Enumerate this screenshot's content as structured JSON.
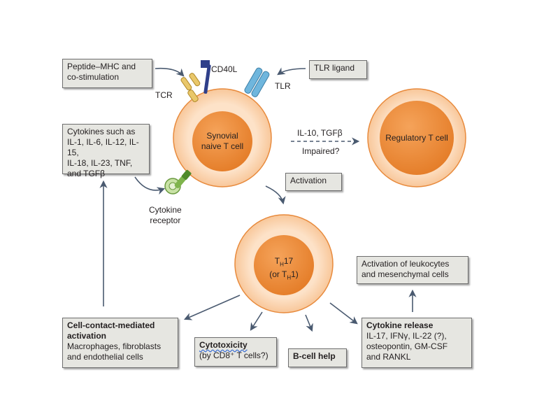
{
  "boxes": {
    "peptide_mhc": [
      "Peptide–MHC and",
      "co-stimulation"
    ],
    "tlr_ligand": "TLR ligand",
    "cytokines": [
      "Cytokines such as",
      "IL-1, IL-6, IL-12, IL-15,",
      "IL-18, IL-23, TNF,",
      "and TGFβ"
    ],
    "activation": "Activation",
    "leukocytes": [
      "Activation of leukocytes",
      "and mesenchymal cells"
    ],
    "cell_contact": {
      "title": [
        "Cell-contact-mediated",
        "activation"
      ],
      "body": [
        "Macrophages, fibroblasts",
        "and endothelial cells"
      ]
    },
    "cytotoxicity": {
      "title": "Cytotoxicity",
      "body": "(by CD8⁺ T cells?)"
    },
    "b_cell_help": "B-cell help",
    "cytokine_release": {
      "title": "Cytokine release",
      "body": [
        "IL-17, IFNγ, IL-22 (?),",
        "osteopontin, GM-CSF",
        "and RANKL"
      ]
    }
  },
  "labels": {
    "cd40l": "CD40L",
    "tcr": "TCR",
    "tlr": "TLR",
    "il10": "IL-10, TGFβ",
    "impaired": "Impaired?",
    "cytokine_receptor": [
      "Cytokine",
      "receptor"
    ]
  },
  "cells": {
    "naive": [
      "Synovial",
      "naive T cell"
    ],
    "regulatory": "Regulatory T cell",
    "th17": {
      "main": "T",
      "sub": "H",
      "suffix": "17",
      "paren_open": "(or T",
      "paren_sub": "H",
      "paren_close": "1)"
    }
  },
  "colors": {
    "cell_outer": "#fbd6b4",
    "cell_outer_stroke": "#e88a3c",
    "nucleus": "#ef8c3a",
    "box_fill": "#e6e6e1",
    "arrow": "#4a5a70",
    "tcr": "#e9c76a",
    "cd40l": "#2f3f8a",
    "tlr": "#6fb6dd",
    "receptor": "#a6cf7c"
  }
}
